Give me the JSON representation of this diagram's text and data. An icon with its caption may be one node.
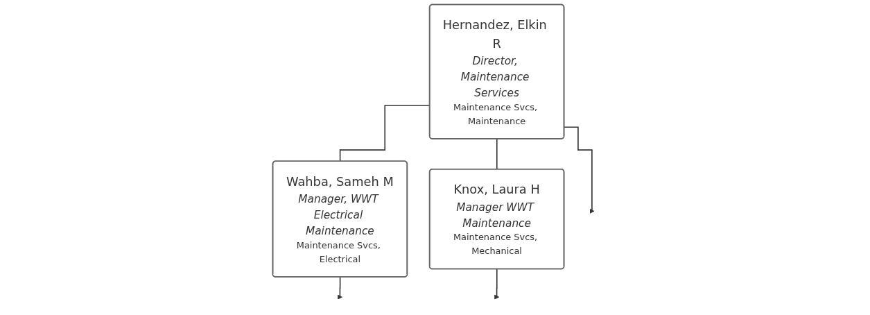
{
  "diagram": {
    "nodes": [
      {
        "text": [
          "Hernandez, Elkin R",
          "Director, Maintenance Services",
          "Maintenance Svcs, Maintenance"
        ]
      },
      {
        "text": [
          "Wahba, Sameh M",
          "Manager, WWT Electrical Maintenance",
          "Maintenance Svcs, Electrical"
        ]
      },
      {
        "text": [
          "Knox, Laura H",
          "Manager WWT Maintenance",
          "Maintenance Svcs, Mechanical"
        ]
      }
    ],
    "edges": [
      {
        "from": 0,
        "to": 1,
        "arrow": "none"
      },
      {
        "from": 0,
        "to": 2,
        "arrow": "none"
      },
      {
        "from": 0,
        "to": null,
        "arrow": "to"
      },
      {
        "from": 1,
        "to": null,
        "arrow": "to"
      },
      {
        "from": 2,
        "to": null,
        "arrow": "to"
      }
    ]
  }
}
